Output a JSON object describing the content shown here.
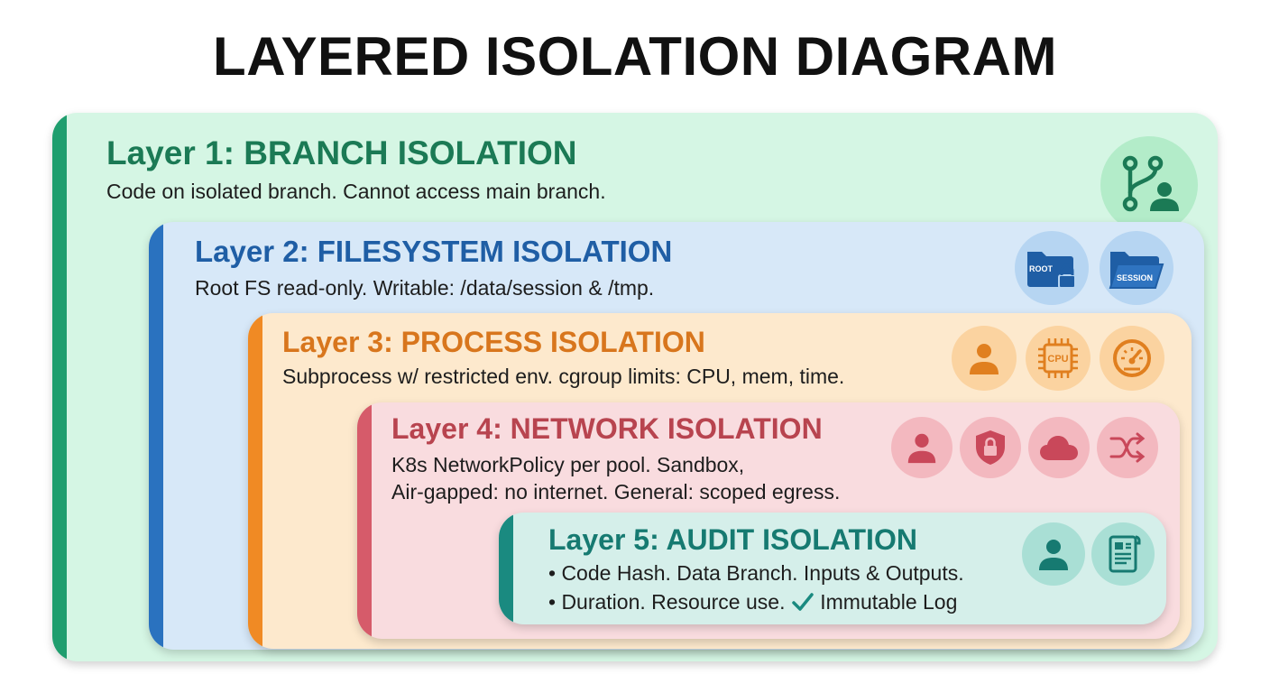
{
  "title": "LAYERED ISOLATION DIAGRAM",
  "colors": {
    "layer1_bg": "#d5f6e4",
    "layer1_accent": "#1b7a55",
    "layer2_bg": "#d7e8f8",
    "layer2_accent": "#1f5ea5",
    "layer3_bg": "#fde9cd",
    "layer3_accent": "#d8761d",
    "layer4_bg": "#f9dcdf",
    "layer4_accent": "#b8444f",
    "layer5_bg": "#d5efea",
    "layer5_accent": "#167a71"
  },
  "layers": [
    {
      "heading": "Layer 1: BRANCH ISOLATION",
      "lines": [
        "Code on isolated branch. Cannot access main branch."
      ],
      "icons": [
        "git-branch-user-icon"
      ]
    },
    {
      "heading": "Layer 2: FILESYSTEM ISOLATION",
      "lines": [
        "Root FS read-only. Writable: /data/session & /tmp."
      ],
      "icons": [
        "root-folder-lock-icon",
        "session-folder-icon"
      ],
      "icon_labels": [
        "ROOT",
        "SESSION"
      ]
    },
    {
      "heading": "Layer 3: PROCESS ISOLATION",
      "lines": [
        "Subprocess w/ restricted env. cgroup limits: CPU, mem, time."
      ],
      "icons": [
        "user-icon",
        "cpu-chip-icon",
        "speedometer-icon"
      ],
      "icon_labels": [
        "CPU"
      ]
    },
    {
      "heading": "Layer 4: NETWORK ISOLATION",
      "lines": [
        "K8s NetworkPolicy per pool. Sandbox,",
        "Air-gapped: no internet. General: scoped egress."
      ],
      "icons": [
        "user-icon",
        "shield-lock-icon",
        "cloud-icon",
        "shuffle-icon"
      ]
    },
    {
      "heading": "Layer 5: AUDIT ISOLATION",
      "lines": [
        "• Code Hash. Data Branch. Inputs & Outputs.",
        "• Duration. Resource use. ",
        "Immutable Log"
      ],
      "icons": [
        "user-icon",
        "document-scroll-icon",
        "checkmark-icon"
      ]
    }
  ]
}
